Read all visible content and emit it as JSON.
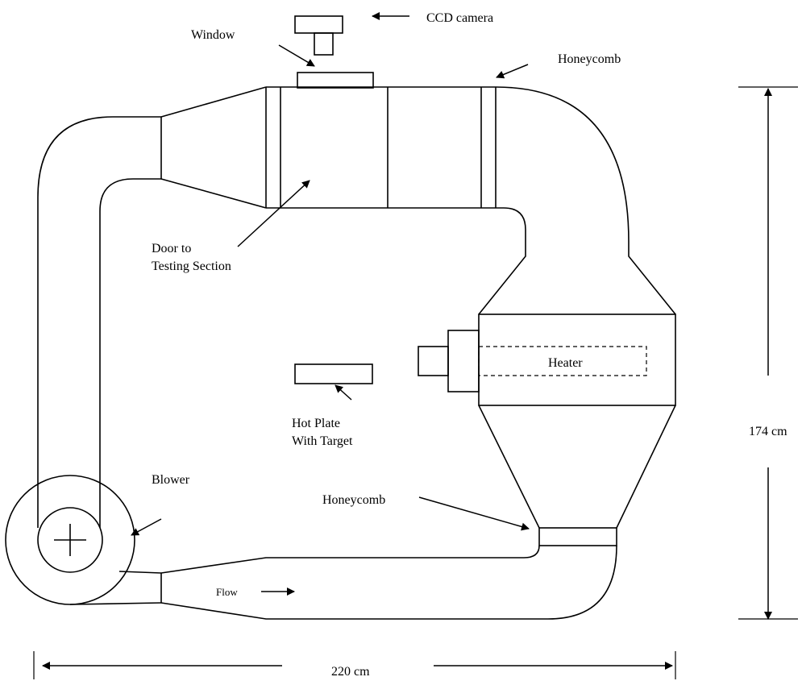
{
  "labels": {
    "ccd_camera": "CCD camera",
    "window": "Window",
    "honeycomb_top": "Honeycomb",
    "door_line1": "Door to",
    "door_line2": "Testing Section",
    "heater": "Heater",
    "hot_plate_line1": "Hot Plate",
    "hot_plate_line2": "With Target",
    "blower": "Blower",
    "honeycomb_bottom": "Honeycomb",
    "flow": "Flow"
  },
  "dimensions": {
    "height": "174 cm",
    "width": "220 cm"
  },
  "colors": {
    "stroke": "#000000",
    "background": "#ffffff"
  }
}
